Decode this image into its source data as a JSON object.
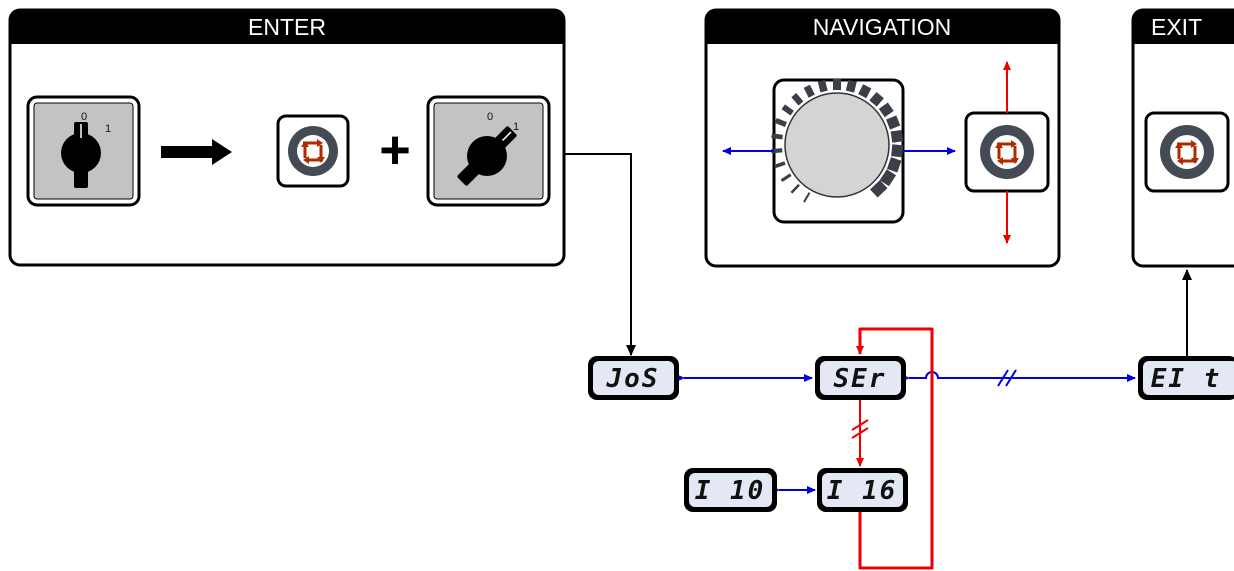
{
  "panels": {
    "enter": {
      "title": "ENTER"
    },
    "navigation": {
      "title": "NAVIGATION"
    },
    "exit": {
      "title": "EXIT"
    }
  },
  "switch": {
    "pos0": "0",
    "pos1": "1"
  },
  "plus_symbol": "+",
  "displays": {
    "jos": "JoS",
    "ser": "SEr",
    "eit": "EI t",
    "i10": "I 10",
    "i16": "I 16"
  },
  "colors": {
    "bidirectional_link": "#0000dd",
    "vertical_link": "#ee0000",
    "flow_link": "#000000",
    "display_fill": "#e4e8f4"
  }
}
